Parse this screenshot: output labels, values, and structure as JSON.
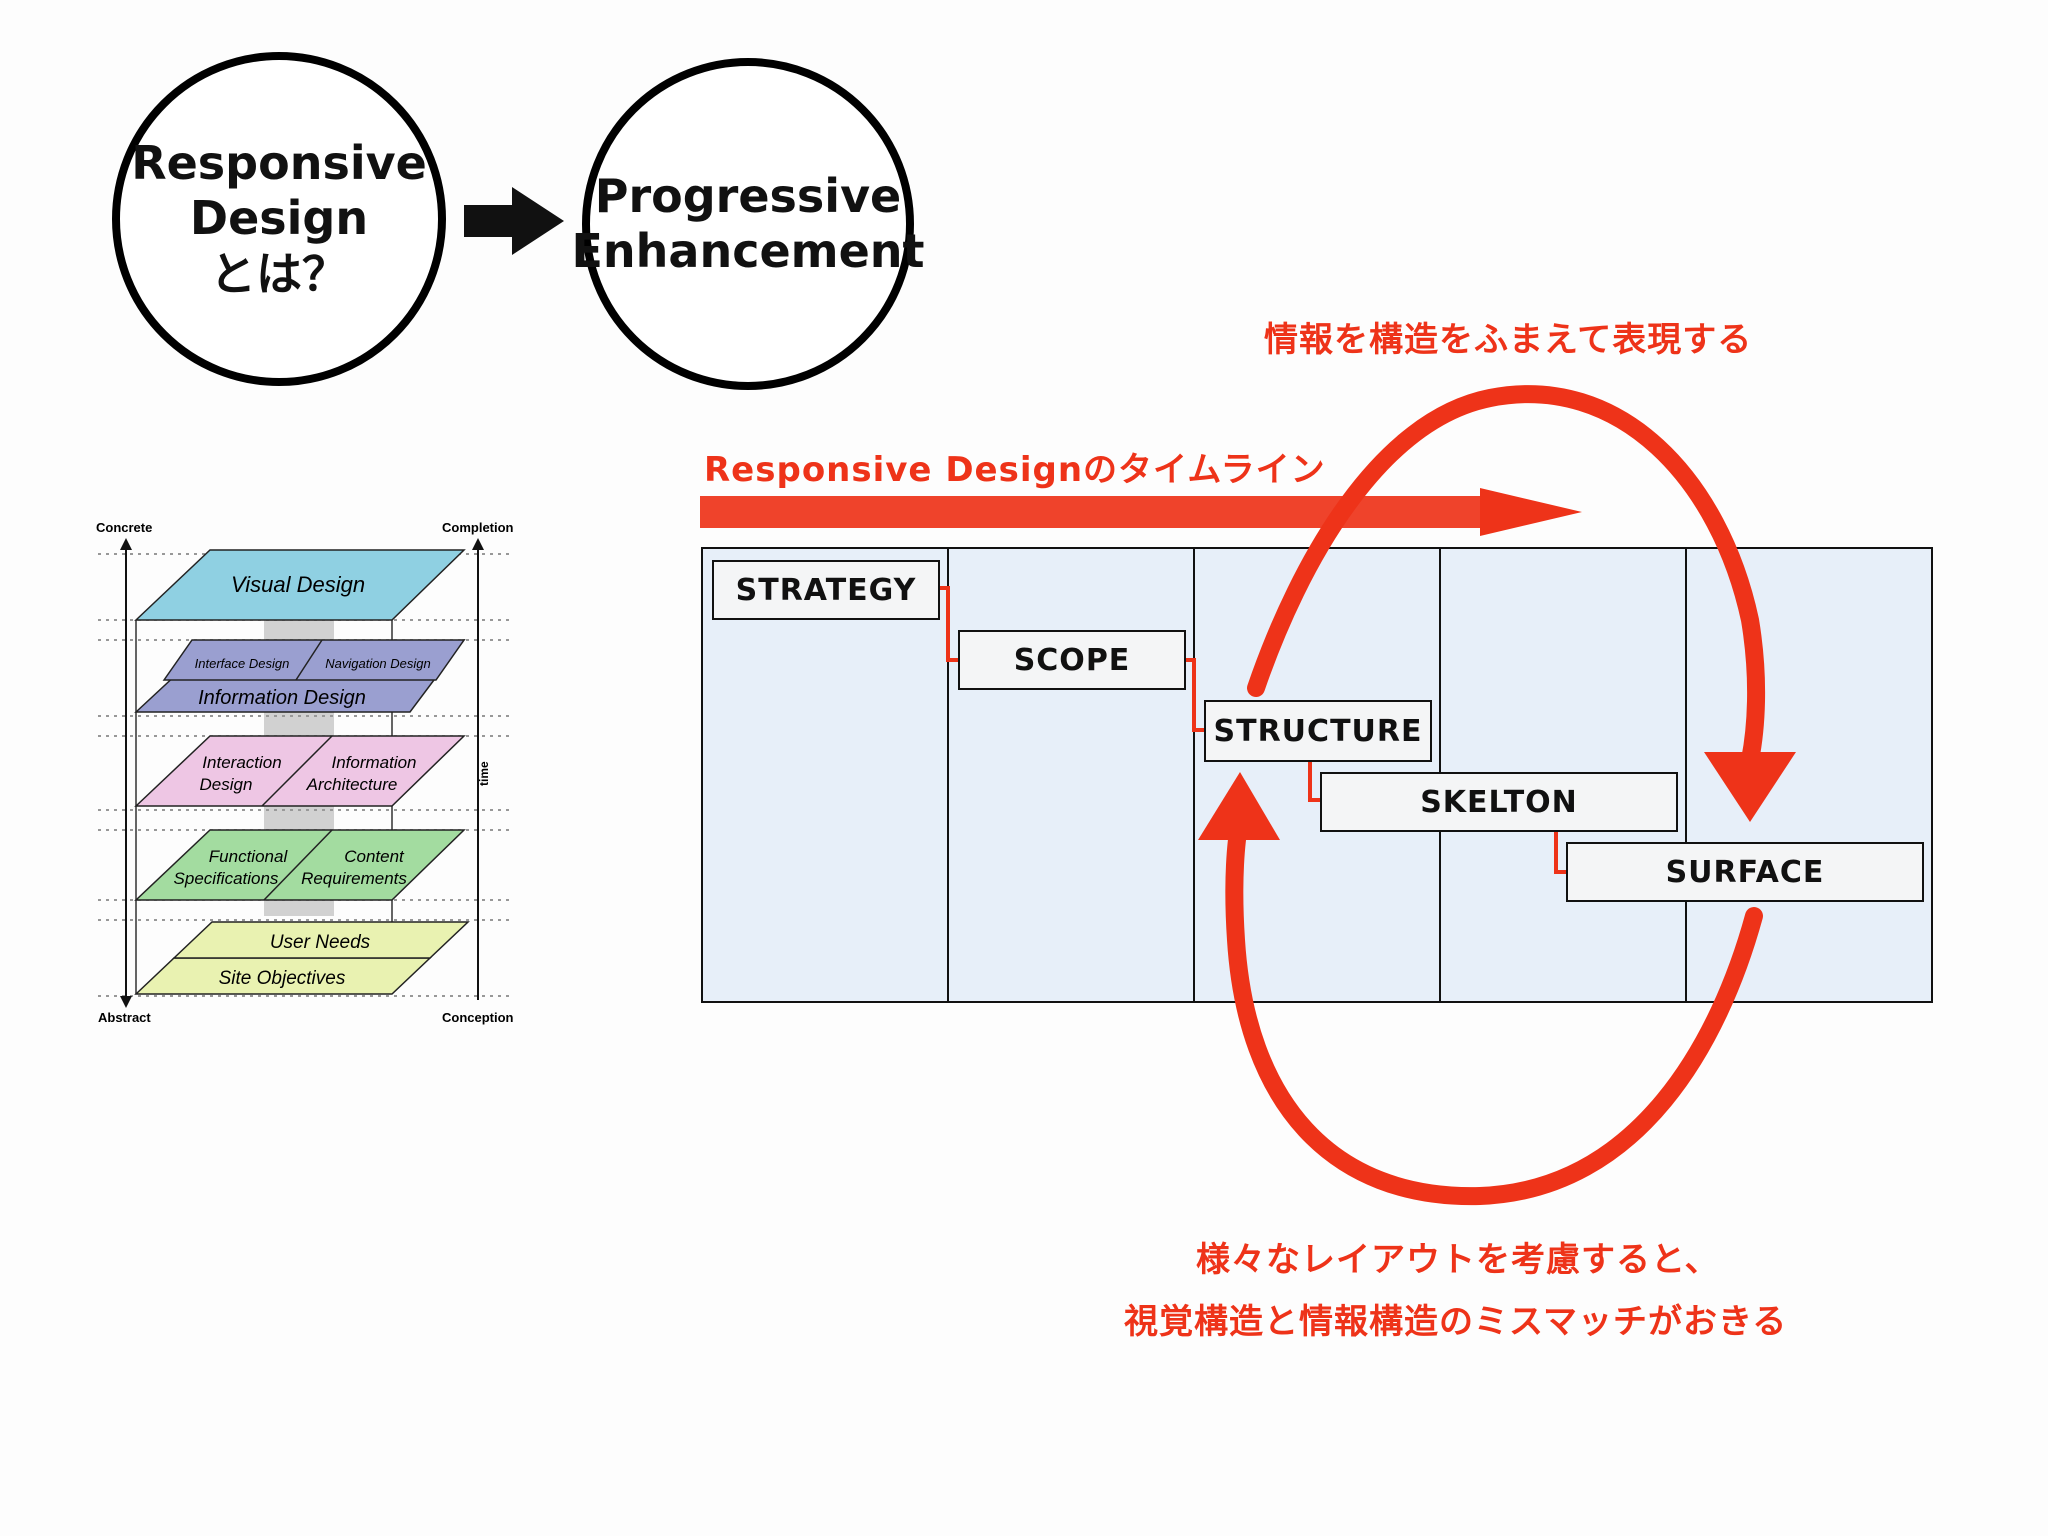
{
  "left_concept": {
    "lines": [
      "Responsive",
      "Design",
      "とは？"
    ]
  },
  "right_concept": {
    "lines": [
      "Progressive",
      "Enhancement"
    ]
  },
  "annotations": {
    "top": "情報を構造をふまえて表現する",
    "timeline": "Responsive Designのタイムライン",
    "bottom_line1": "様々なレイアウトを考慮すると、",
    "bottom_line2": "視覚構造と情報構造のミスマッチがおきる"
  },
  "elements_model": {
    "corner_labels": {
      "top_left": "Concrete",
      "top_right": "Completion",
      "bottom_left": "Abstract",
      "bottom_right": "Conception"
    },
    "axis_label": "time",
    "planes": {
      "surface": [
        "Visual Design"
      ],
      "skeleton": [
        "Interface Design",
        "Navigation Design",
        "Information Design"
      ],
      "structure": [
        "Interaction",
        "Design",
        "Information",
        "Architecture"
      ],
      "scope": [
        "Functional",
        "Specifications",
        "Content",
        "Requirements"
      ],
      "strategy": [
        "User Needs",
        "Site Objectives"
      ]
    }
  },
  "stages": [
    "STRATEGY",
    "SCOPE",
    "STRUCTURE",
    "SKELTON",
    "SURFACE"
  ],
  "colors": {
    "accent_red": "#ee3319",
    "column_fill": "#e7eff9",
    "visual_design": "#8fd0e2",
    "skeleton_plane": "#9a9fd0",
    "structure_plane": "#eec6e4",
    "scope_plane": "#a3dca0",
    "strategy_plane": "#e9f2b1"
  }
}
